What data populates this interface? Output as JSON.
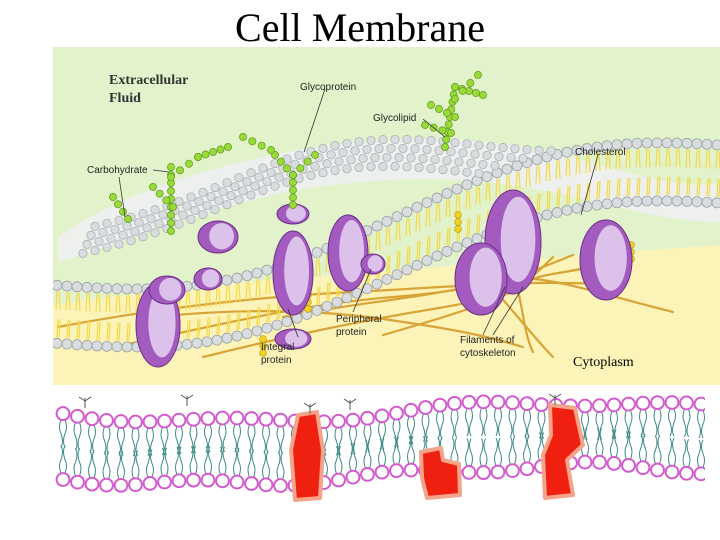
{
  "title": "Cell Membrane",
  "colors": {
    "extracellular": "#e2f2cb",
    "cytoplasm": "#fbf3b8",
    "head": "#d9dde0",
    "tail": "#f2d94a",
    "protein": "#a45bbf",
    "protein_light": "#e2cdf0",
    "chain": "#9ad93a",
    "filament": "#d9a437",
    "cholesterol": "#f0d020",
    "schematic_head": "#d35acf",
    "schematic_tail": "#3a8a85",
    "schematic_protein": "#f02010"
  },
  "labels": {
    "extracellular_line1": "Extracellular",
    "extracellular_line2": "Fluid",
    "glycoprotein": "Glycoprotein",
    "glycolipid": "Glycolipid",
    "cholesterol": "Cholesterol",
    "carbohydrate": "Carbohydrate",
    "integral_line1": "Integral",
    "integral_line2": "protein",
    "peripheral_line1": "Peripheral",
    "peripheral_line2": "protein",
    "filaments_line1": "Filaments of",
    "filaments_line2": "cytoskeleton",
    "cytoplasm": "Cytoplasm"
  }
}
